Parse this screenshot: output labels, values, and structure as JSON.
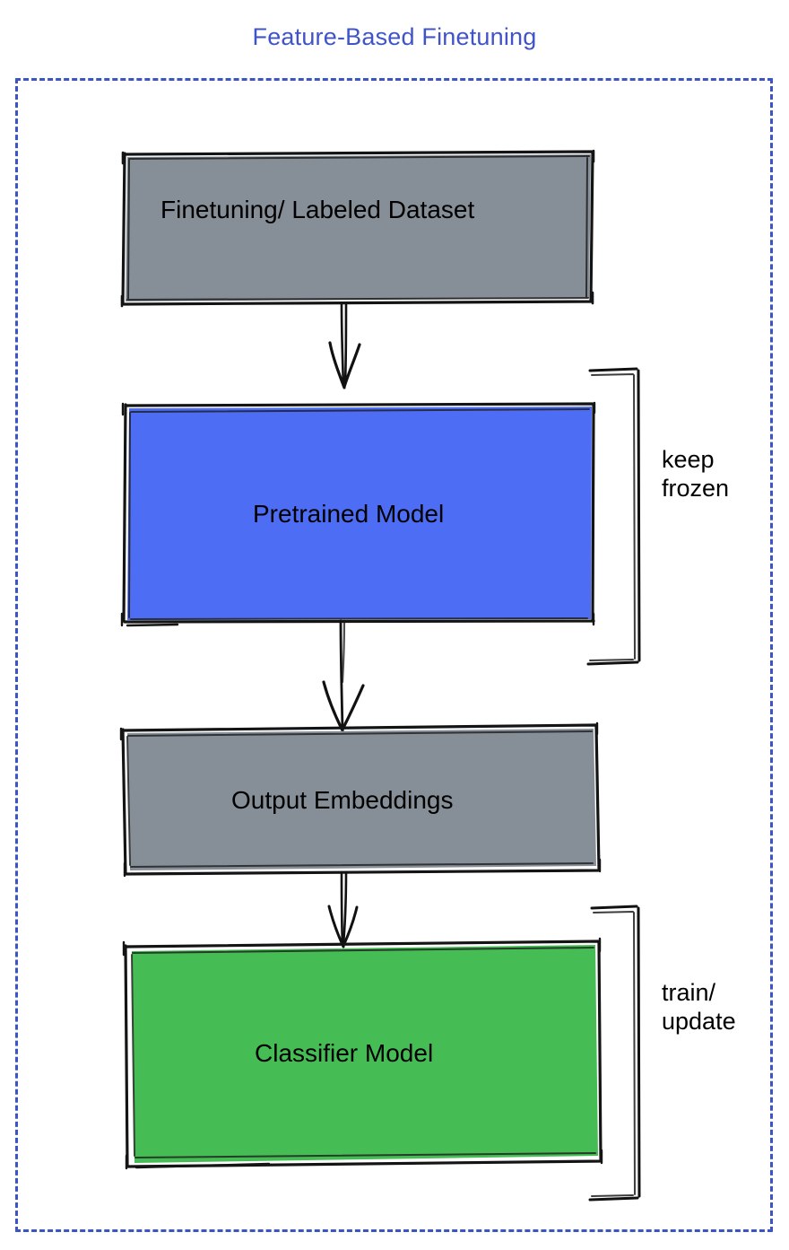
{
  "diagram": {
    "title": "Feature-Based Finetuning",
    "title_color": "#4054c8",
    "frame": {
      "style": "dashed",
      "color": "#3b55c4"
    },
    "background": "#ffffff",
    "nodes": [
      {
        "id": "dataset",
        "label": "Finetuning/ Labeled Dataset",
        "fill": "#868e98",
        "stroke": "#000000",
        "shape": "rectangle-sketch"
      },
      {
        "id": "pretrained",
        "label": "Pretrained Model",
        "fill": "#4d6df5",
        "stroke": "#000000",
        "shape": "rectangle-sketch"
      },
      {
        "id": "embeddings",
        "label": "Output Embeddings",
        "fill": "#868e98",
        "stroke": "#000000",
        "shape": "rectangle-sketch"
      },
      {
        "id": "classifier",
        "label": "Classifier Model",
        "fill": "#45bd54",
        "stroke": "#000000",
        "shape": "rectangle-sketch"
      }
    ],
    "edges": [
      {
        "id": "edge-dataset-pretrained",
        "from": "dataset",
        "to": "pretrained",
        "label": "",
        "arrow": "down"
      },
      {
        "id": "edge-pretrained-embeddings",
        "from": "pretrained",
        "to": "embeddings",
        "label": "",
        "arrow": "down"
      },
      {
        "id": "edge-embeddings-classifier",
        "from": "embeddings",
        "to": "classifier",
        "label": "",
        "arrow": "down"
      }
    ],
    "annotations": [
      {
        "id": "keep-frozen",
        "line1": "keep",
        "line2": "frozen",
        "targets": [
          "pretrained"
        ],
        "bracket": "square-bracket-sketch"
      },
      {
        "id": "train-update",
        "line1": "train/",
        "line2": "update",
        "targets": [
          "classifier"
        ],
        "bracket": "square-bracket-sketch"
      }
    ]
  }
}
